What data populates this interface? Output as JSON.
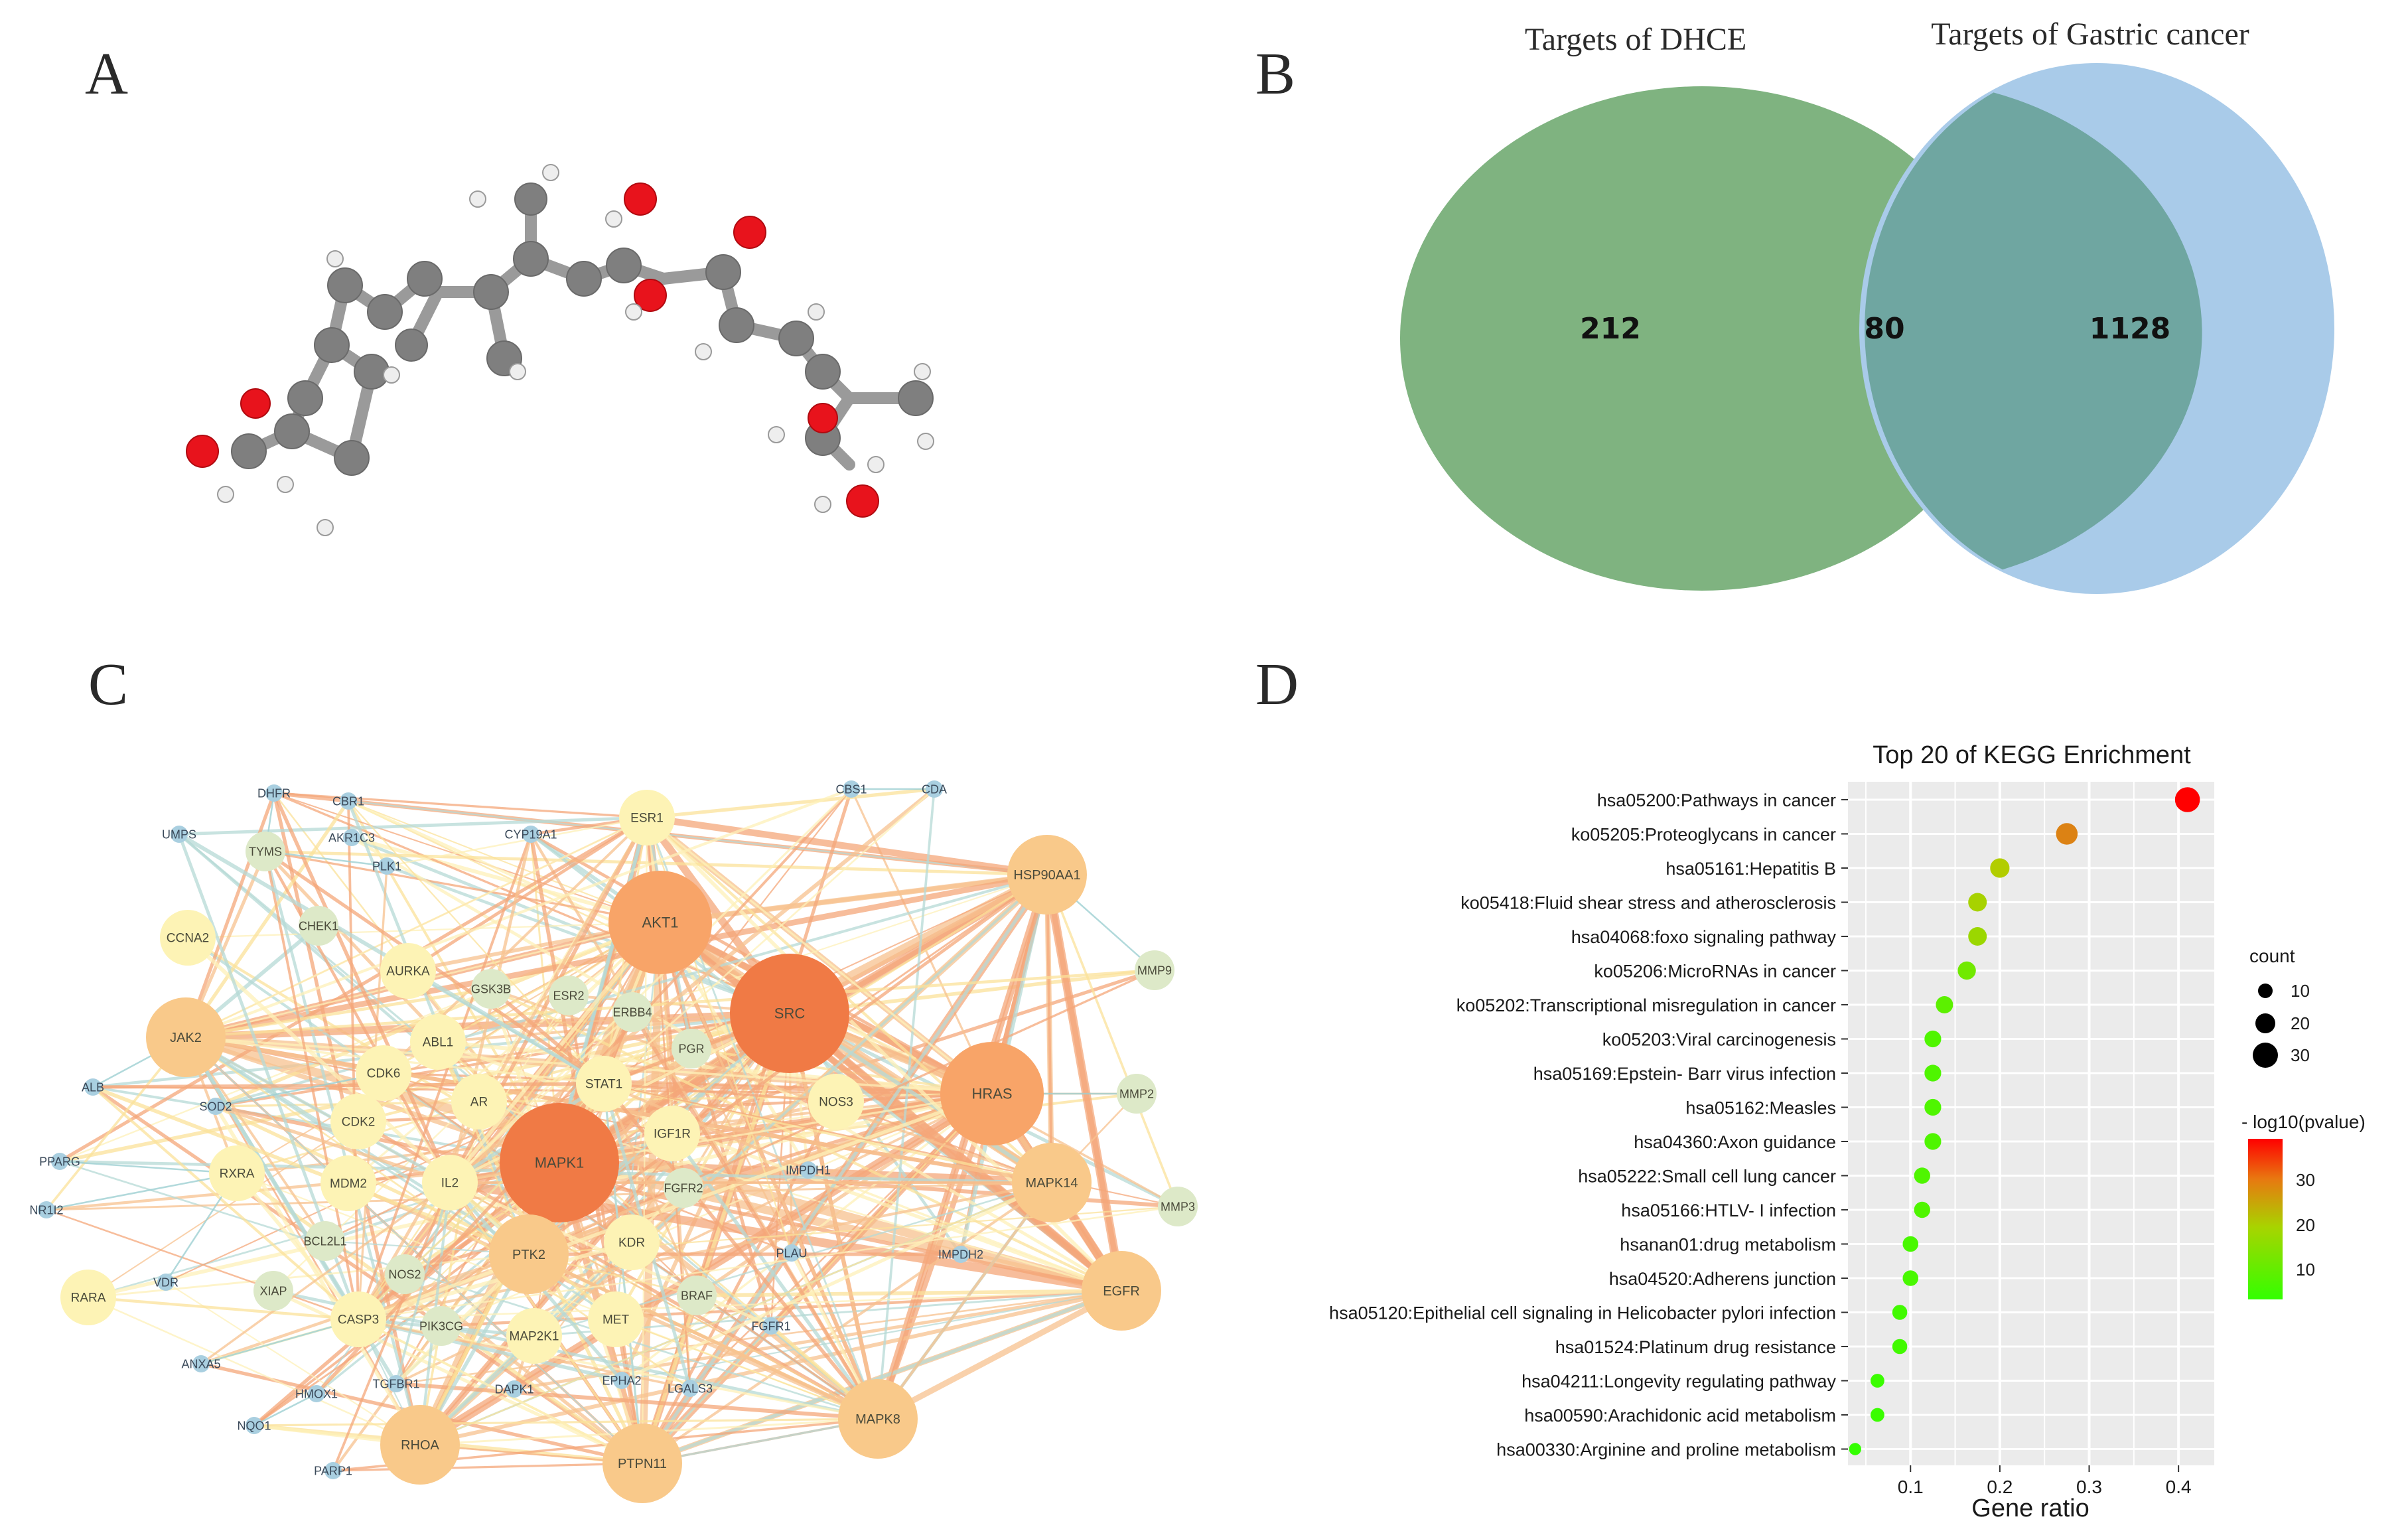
{
  "panels": {
    "a": "A",
    "b": "B",
    "c": "C",
    "d": "D"
  },
  "molecule": {
    "colors": {
      "carbon": "#8c8c8c",
      "oxygen": "#e8131c",
      "hydrogen": "#eeeeee"
    }
  },
  "venn": {
    "left_title": "Targets of DHCE",
    "right_title": "Targets of Gastric cancer",
    "left_only": "212",
    "overlap": "80",
    "right_only": "1128",
    "colors": {
      "left": "#6fa670",
      "right": "#9ec3e6",
      "overlap": "#65a09a"
    }
  },
  "network": {
    "nodes": [
      {
        "label": "DHFR",
        "kind": "blue"
      },
      {
        "label": "CBR1",
        "kind": "blue"
      },
      {
        "label": "UMPS",
        "kind": "blue"
      },
      {
        "label": "TYMS",
        "kind": "green"
      },
      {
        "label": "AKR1C3",
        "kind": "blue"
      },
      {
        "label": "CYP19A1",
        "kind": "blue"
      },
      {
        "label": "ESR1",
        "kind": "yellow"
      },
      {
        "label": "CBS1",
        "kind": "blue"
      },
      {
        "label": "CDA",
        "kind": "blue"
      },
      {
        "label": "PLK1",
        "kind": "blue"
      },
      {
        "label": "HSP90AA1",
        "kind": "orange"
      },
      {
        "label": "CCNA2",
        "kind": "yellow"
      },
      {
        "label": "CHEK1",
        "kind": "green"
      },
      {
        "label": "AKT1",
        "kind": "orange2"
      },
      {
        "label": "AURKA",
        "kind": "yellow"
      },
      {
        "label": "MMP9",
        "kind": "green"
      },
      {
        "label": "GSK3B",
        "kind": "green"
      },
      {
        "label": "ESR2",
        "kind": "green"
      },
      {
        "label": "SRC",
        "kind": "red"
      },
      {
        "label": "ERBB4",
        "kind": "green"
      },
      {
        "label": "JAK2",
        "kind": "orange"
      },
      {
        "label": "ABL1",
        "kind": "yellow"
      },
      {
        "label": "PGR",
        "kind": "green"
      },
      {
        "label": "CDK6",
        "kind": "yellow"
      },
      {
        "label": "HRAS",
        "kind": "orange2"
      },
      {
        "label": "MMP2",
        "kind": "green"
      },
      {
        "label": "ALB",
        "kind": "blue"
      },
      {
        "label": "STAT1",
        "kind": "yellow"
      },
      {
        "label": "AR",
        "kind": "yellow"
      },
      {
        "label": "NOS3",
        "kind": "yellow"
      },
      {
        "label": "SOD2",
        "kind": "blue"
      },
      {
        "label": "CDK2",
        "kind": "yellow"
      },
      {
        "label": "MAPK1",
        "kind": "red"
      },
      {
        "label": "IGF1R",
        "kind": "yellow"
      },
      {
        "label": "PPARG",
        "kind": "blue"
      },
      {
        "label": "RXRA",
        "kind": "yellow"
      },
      {
        "label": "MDM2",
        "kind": "yellow"
      },
      {
        "label": "IL2",
        "kind": "yellow"
      },
      {
        "label": "FGFR2",
        "kind": "green"
      },
      {
        "label": "IMPDH1",
        "kind": "blue"
      },
      {
        "label": "MAPK14",
        "kind": "orange"
      },
      {
        "label": "NR1I2",
        "kind": "blue"
      },
      {
        "label": "MMP3",
        "kind": "green"
      },
      {
        "label": "BCL2L1",
        "kind": "green"
      },
      {
        "label": "PTK2",
        "kind": "orange"
      },
      {
        "label": "KDR",
        "kind": "yellow"
      },
      {
        "label": "PLAU",
        "kind": "blue"
      },
      {
        "label": "IMPDH2",
        "kind": "blue"
      },
      {
        "label": "VDR",
        "kind": "blue"
      },
      {
        "label": "XIAP",
        "kind": "green"
      },
      {
        "label": "NOS2",
        "kind": "green"
      },
      {
        "label": "RARA",
        "kind": "yellow"
      },
      {
        "label": "BRAF",
        "kind": "green"
      },
      {
        "label": "EGFR",
        "kind": "orange"
      },
      {
        "label": "CASP3",
        "kind": "yellow"
      },
      {
        "label": "PIK3CG",
        "kind": "green"
      },
      {
        "label": "MET",
        "kind": "yellow"
      },
      {
        "label": "FGFR1",
        "kind": "blue"
      },
      {
        "label": "MAP2K1",
        "kind": "yellow"
      },
      {
        "label": "ANXA5",
        "kind": "blue"
      },
      {
        "label": "TGFBR1",
        "kind": "blue"
      },
      {
        "label": "HMOX1",
        "kind": "blue"
      },
      {
        "label": "DAPK1",
        "kind": "blue"
      },
      {
        "label": "EPHA2",
        "kind": "blue"
      },
      {
        "label": "LGALS3",
        "kind": "blue"
      },
      {
        "label": "MAPK8",
        "kind": "orange"
      },
      {
        "label": "NQO1",
        "kind": "blue"
      },
      {
        "label": "RHOA",
        "kind": "orange"
      },
      {
        "label": "PTPN11",
        "kind": "orange"
      },
      {
        "label": "PARP1",
        "kind": "blue"
      }
    ],
    "colors": {
      "red": "#f07a45",
      "orange2": "#f8a468",
      "orange": "#f9c98a",
      "yellow": "#fdf3b5",
      "green": "#dde9c8",
      "blue": "#a9cfe0"
    }
  },
  "chart_data": {
    "type": "scatter",
    "title": "Top 20 of KEGG Enrichment",
    "xlabel": "Gene ratio",
    "ylabel": "",
    "x_ticks": [
      "0.1",
      "0.2",
      "0.3",
      "0.4"
    ],
    "xlim": [
      0.03,
      0.44
    ],
    "categories": [
      "hsa05200:Pathways in cancer",
      "ko05205:Proteoglycans in cancer",
      "hsa05161:Hepatitis B",
      "ko05418:Fluid shear stress and atherosclerosis",
      "hsa04068:foxo signaling pathway",
      "ko05206:MicroRNAs in cancer",
      "ko05202:Transcriptional misregulation in cancer",
      "ko05203:Viral carcinogenesis",
      "hsa05169:Epstein- Barr virus infection",
      "hsa05162:Measles",
      "hsa04360:Axon guidance",
      "hsa05222:Small cell lung cancer",
      "hsa05166:HTLV- I infection",
      "hsanan01:drug metabolism",
      "hsa04520:Adherens junction",
      "hsa05120:Epithelial cell signaling in Helicobacter pylori infection",
      "hsa01524:Platinum drug resistance",
      "hsa04211:Longevity regulating pathway",
      "hsa00590:Arachidonic acid metabolism",
      "hsa00330:Arginine and proline metabolism"
    ],
    "gene_ratio": [
      0.41,
      0.275,
      0.2,
      0.175,
      0.175,
      0.163,
      0.138,
      0.125,
      0.125,
      0.125,
      0.125,
      0.113,
      0.113,
      0.1,
      0.1,
      0.088,
      0.088,
      0.063,
      0.063,
      0.038
    ],
    "count": [
      33,
      22,
      16,
      14,
      14,
      13,
      11,
      10,
      10,
      10,
      10,
      9,
      9,
      8,
      8,
      7,
      7,
      5,
      5,
      3
    ],
    "neg_log10_pvalue": [
      42,
      32,
      20,
      19,
      18,
      14,
      11,
      9,
      9,
      9,
      9,
      9,
      9,
      8,
      8,
      7,
      7,
      6,
      6,
      4
    ],
    "size_legend": {
      "title": "count",
      "values": [
        "10",
        "20",
        "30"
      ]
    },
    "color_legend": {
      "title": "- log10(pvalue)",
      "ticks": [
        "10",
        "20",
        "30"
      ],
      "low_color": "#33ff00",
      "high_color": "#ff0000"
    },
    "grid": true,
    "background": "#ebebeb"
  }
}
